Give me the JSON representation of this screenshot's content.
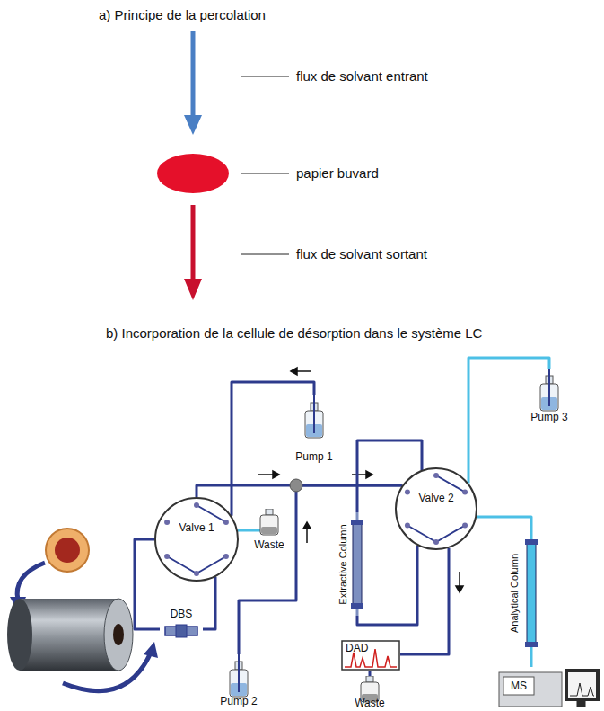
{
  "diagram": {
    "nodes": [
      {
        "text": [
          "Pump 1"
        ]
      },
      {
        "text": [
          "Valve 1"
        ]
      },
      {
        "text": [
          "Waste"
        ]
      },
      {
        "text": [
          "DBS"
        ]
      },
      {
        "text": [
          "Pump 2"
        ]
      },
      {
        "text": [
          "Extractive Column"
        ]
      },
      {
        "text": [
          "Valve 2"
        ]
      },
      {
        "text": [
          "DAD"
        ]
      },
      {
        "text": [
          "Waste"
        ]
      },
      {
        "text": [
          "Pump 3"
        ]
      },
      {
        "text": [
          "Analytical Column"
        ]
      },
      {
        "text": [
          "MS"
        ]
      }
    ],
    "edges": [
      {
        "from": 0,
        "to": 1,
        "arrow": "none"
      },
      {
        "from": 1,
        "to": 2,
        "arrow": "none"
      },
      {
        "from": 1,
        "to": 3,
        "arrow": "none"
      },
      {
        "from": 3,
        "to": 1,
        "arrow": "none"
      },
      {
        "from": 1,
        "to": 6,
        "arrow": "none"
      },
      {
        "from": 4,
        "to": 6,
        "arrow": "none"
      },
      {
        "from": 6,
        "to": 5,
        "arrow": "none"
      },
      {
        "from": 5,
        "to": 6,
        "arrow": "none"
      },
      {
        "from": 6,
        "to": 7,
        "arrow": "none"
      },
      {
        "from": 7,
        "to": 8,
        "arrow": "none"
      },
      {
        "from": 9,
        "to": 6,
        "arrow": "none"
      },
      {
        "from": 6,
        "to": 10,
        "arrow": "none"
      },
      {
        "from": 10,
        "to": 11,
        "arrow": "none"
      }
    ],
    "labels": [
      "a) Principe de la percolation",
      "flux de solvant entrant",
      "papier buvard",
      "flux de solvant sortant",
      "b) Incorporation de la cellule de désorption dans le système LC"
    ]
  }
}
